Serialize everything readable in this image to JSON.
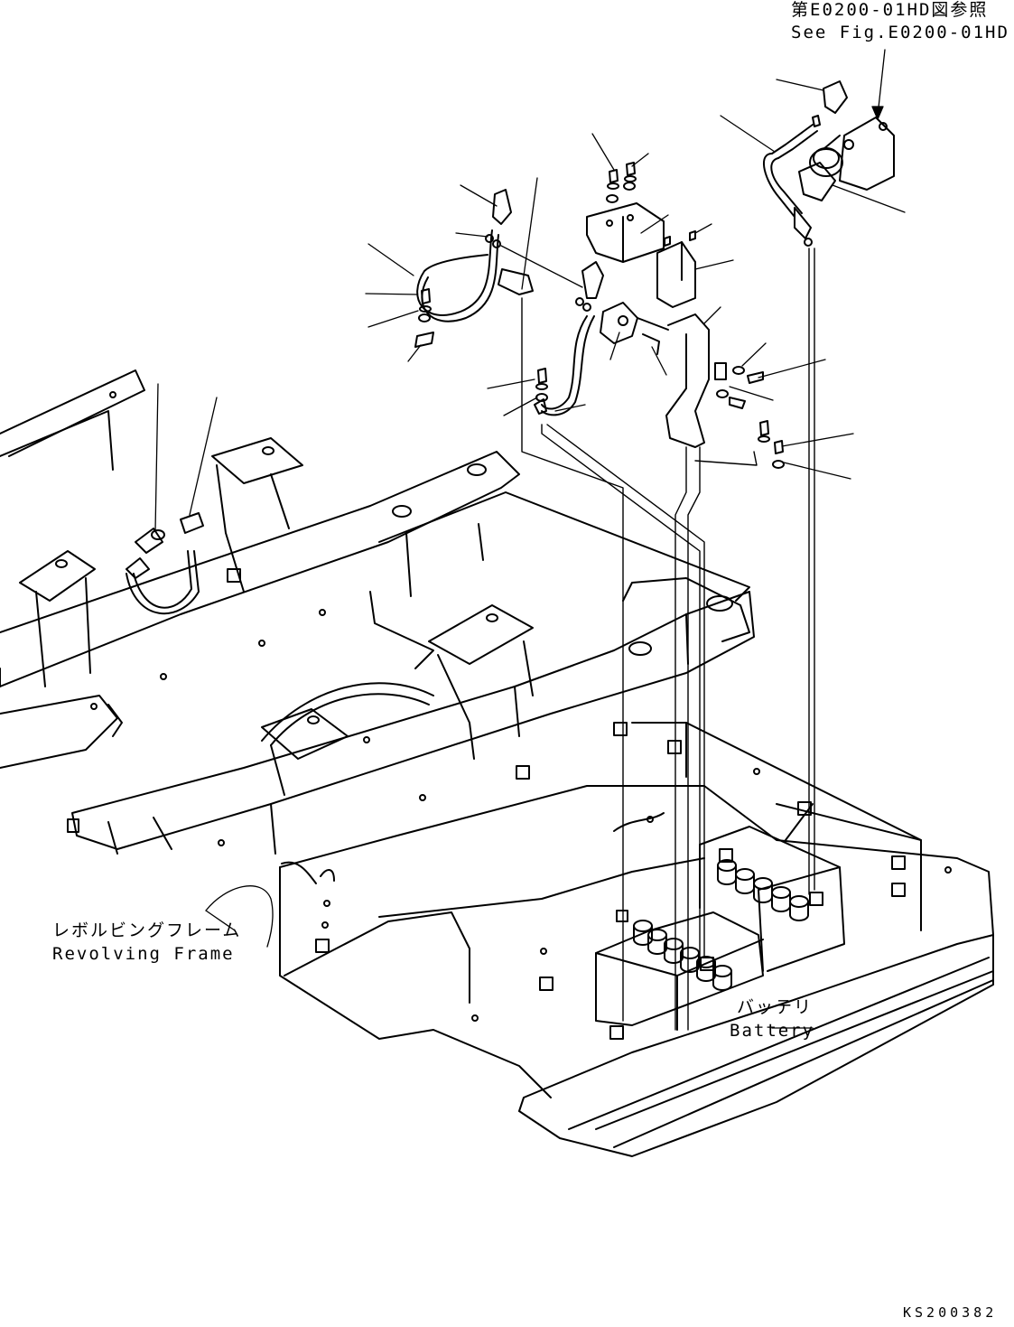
{
  "reference": {
    "jp": "第E0200-01HD図参照",
    "en": "See Fig.E0200-01HD"
  },
  "labels": {
    "revolving_frame_jp": "レボルビングフレーム",
    "revolving_frame_en": "Revolving Frame",
    "battery_jp": "バッテリ",
    "battery_en": "Battery"
  },
  "drawing_code": "KS200382"
}
